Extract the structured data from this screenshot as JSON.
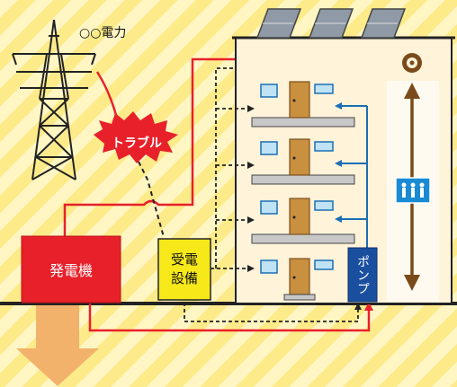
{
  "labels": {
    "power_company": "○○電力",
    "trouble": "トラブル",
    "generator": "発電機",
    "power_receiving": "受電\n設備",
    "pump": "ポンプ"
  },
  "colors": {
    "red_line": "#e8202a",
    "blue_line": "#1a6fb5",
    "dash_line": "#222222",
    "generator_fill": "#e8202a",
    "receiving_fill": "#f7e81a",
    "pump_fill": "#1a4fa0",
    "building_fill": "#fff3da",
    "elevator_icon": "#1a8ad4",
    "down_arrow": "#f2b26b"
  },
  "icons": [
    "elevator-icon",
    "pulley-icon",
    "solar-panel-icon",
    "power-tower-icon",
    "burst-icon"
  ]
}
